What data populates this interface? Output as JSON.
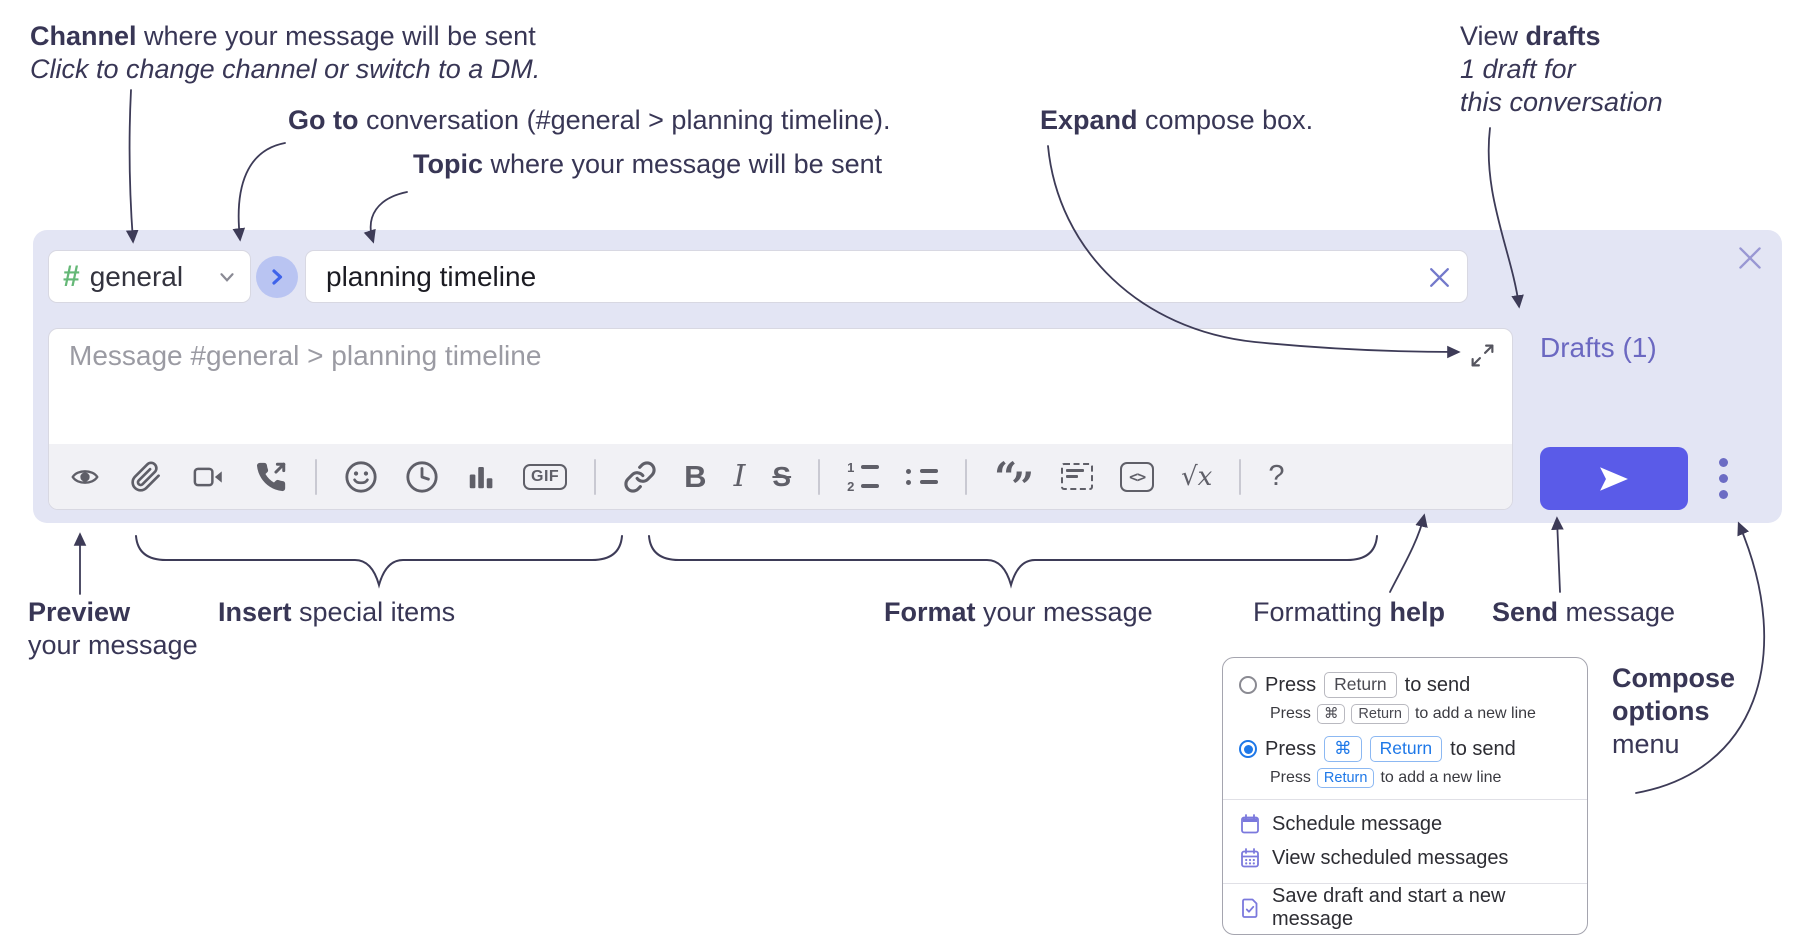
{
  "annotations": {
    "channel": {
      "bold": "Channel",
      "rest": " where your message will be sent",
      "line2": "Click to change channel or switch to a DM."
    },
    "go_to": {
      "bold": "Go to",
      "rest": " conversation (#general > planning timeline)."
    },
    "topic": {
      "bold": "Topic",
      "rest": " where your message will be sent"
    },
    "expand": {
      "bold": "Expand",
      "rest": " compose box."
    },
    "view_drafts": {
      "pre": "View ",
      "bold": "drafts",
      "line2": "1 draft for",
      "line3": "this conversation"
    },
    "preview": {
      "bold": "Preview",
      "line2": "your message"
    },
    "insert": {
      "bold": "Insert",
      "rest": " special items"
    },
    "format": {
      "bold": "Format",
      "rest": " your message"
    },
    "formatting_help": {
      "pre": "Formatting ",
      "bold": "help"
    },
    "send": {
      "bold": "Send",
      "rest": " message"
    },
    "compose_options": {
      "line1": "Compose",
      "line2": "options",
      "line3": "menu"
    }
  },
  "compose": {
    "channel": {
      "hash": "#",
      "name": "general"
    },
    "topic_input": {
      "value": "planning timeline"
    },
    "message_input": {
      "placeholder": "Message #general > planning timeline"
    },
    "drafts_link": "Drafts (1)",
    "toolbar": {
      "bold": "B",
      "italic": "I",
      "strike": "S",
      "gif": "GIF",
      "math": "√x",
      "help": "?",
      "quote_open": "“",
      "quote_close": "”",
      "ol_1": "1",
      "ol_2": "2",
      "code_glyph": "<>"
    }
  },
  "options_menu": {
    "option_return": {
      "pre": "Press",
      "key": "Return",
      "post": "to send",
      "sub_pre": "Press",
      "sub_key_cmd": "⌘",
      "sub_key": "Return",
      "sub_post": "to add a new line",
      "selected": false
    },
    "option_cmd_return": {
      "pre": "Press",
      "key_cmd": "⌘",
      "key": "Return",
      "post": "to send",
      "sub_pre": "Press",
      "sub_key": "Return",
      "sub_post": "to add a new line",
      "selected": true
    },
    "schedule_label": "Schedule message",
    "view_scheduled_label": "View scheduled messages",
    "save_draft_label": "Save draft and start a new message"
  },
  "colors": {
    "panel_bg": "#e3e5f4",
    "toolbar_bg": "#f1f1f5",
    "annotation_text": "#383655",
    "line_color": "#3d3b57",
    "send_button": "#5a5be8",
    "drafts_link": "#6b68c1",
    "hash_green": "#65b877",
    "goto_circle_bg": "#b9c4f2",
    "goto_chevron": "#3f63ea",
    "icon_gray": "#5f5f68",
    "menu_icon_purple": "#7b79dd",
    "kbd_blue": "#1e78e8",
    "placeholder_gray": "#9b9ba3",
    "close_x": "#9997d3",
    "topic_x": "#7379cb"
  }
}
